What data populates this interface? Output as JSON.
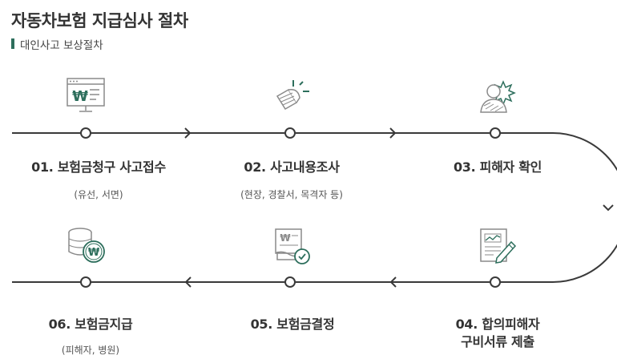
{
  "header": {
    "title": "자동차보험 지급심사 절차",
    "subtitle": "대인사고 보상절차"
  },
  "steps": [
    {
      "title": "01. 보험금청구 사고접수",
      "note": "(유선, 서면)",
      "icon": "monitor-won-icon"
    },
    {
      "title": "02. 사고내용조사",
      "note": "(현장, 경찰서, 목격자 등)",
      "icon": "siren-light-icon"
    },
    {
      "title": "03. 피해자 확인",
      "note": "",
      "icon": "injured-person-icon"
    },
    {
      "title_line1": "04. 합의피해자",
      "title_line2": "구비서류 제출",
      "note": "",
      "icon": "document-pen-icon"
    },
    {
      "title": "05. 보험금결정",
      "note": "",
      "icon": "document-won-check-icon"
    },
    {
      "title": "06. 보험금지급",
      "note": "(피해자, 병원)",
      "icon": "coins-won-icon"
    }
  ],
  "colors": {
    "line": "#3a3a3a",
    "accent": "#2d6e5c",
    "icon_gray": "#8a8a8a"
  }
}
